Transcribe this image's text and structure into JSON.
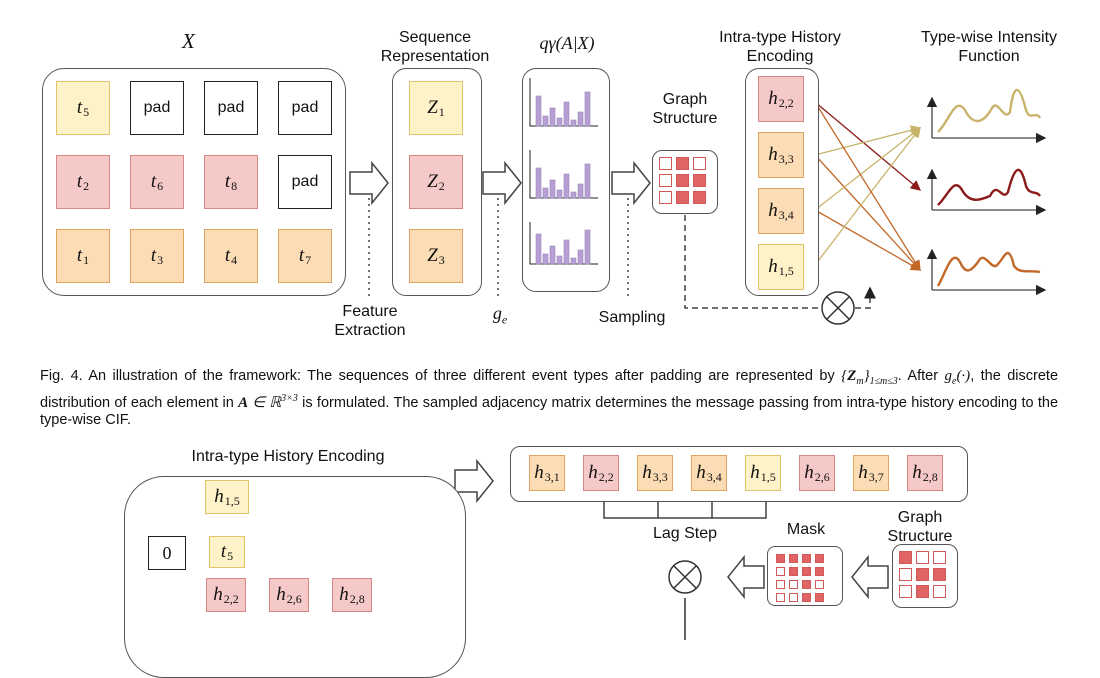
{
  "top": {
    "x_label": "X",
    "seq_label": "Sequence Representation",
    "dist_label": "qγ(A|X)",
    "graph_label": "Graph Structure",
    "intra_label": "Intra-type History Encoding",
    "intensity_label": "Type-wise Intensity Function",
    "feature_label": "Feature Extraction",
    "ge_label": "ge",
    "sampling_label": "Sampling",
    "grid": [
      [
        {
          "t": "t",
          "s": "5",
          "c": "y"
        },
        {
          "t": "pad",
          "c": "w"
        },
        {
          "t": "pad",
          "c": "w"
        },
        {
          "t": "pad",
          "c": "w"
        }
      ],
      [
        {
          "t": "t",
          "s": "2",
          "c": "r"
        },
        {
          "t": "t",
          "s": "6",
          "c": "r"
        },
        {
          "t": "t",
          "s": "8",
          "c": "r"
        },
        {
          "t": "pad",
          "c": "w"
        }
      ],
      [
        {
          "t": "t",
          "s": "1",
          "c": "o"
        },
        {
          "t": "t",
          "s": "3",
          "c": "o"
        },
        {
          "t": "t",
          "s": "4",
          "c": "o"
        },
        {
          "t": "t",
          "s": "7",
          "c": "o"
        }
      ]
    ],
    "z": [
      {
        "s": "1",
        "c": "y"
      },
      {
        "s": "2",
        "c": "r"
      },
      {
        "s": "3",
        "c": "o"
      }
    ],
    "h": [
      {
        "s": "2,2",
        "c": "r"
      },
      {
        "s": "3,3",
        "c": "o"
      },
      {
        "s": "3,4",
        "c": "o"
      },
      {
        "s": "1,5",
        "c": "y"
      }
    ],
    "colors": {
      "yellow": "#c9b36a",
      "red": "#8b1a1a",
      "orange": "#c2692a",
      "purple": "#b79fd4"
    }
  },
  "caption": {
    "p1": "Fig. 4. An illustration of the framework: The sequences of three different event types after padding are represented by ",
    "m1": "{Zm}1≤m≤3",
    "p2": ". After ",
    "m2": "ge(·)",
    "p3": ", the discrete distribution of each element in ",
    "m3": "A ∈ ℝ3×3",
    "p4": " is formulated. The sampled adjacency matrix determines the message passing from intra-type history encoding to the type-wise CIF."
  },
  "bottom": {
    "intra_label": "Intra-type History Encoding",
    "zero_label": "0",
    "t5": "5",
    "h15": "1,5",
    "lower_row": [
      {
        "s": "2,2"
      },
      {
        "s": "2,6"
      },
      {
        "s": "2,8"
      }
    ],
    "seq": [
      {
        "s": "3,1",
        "c": "o"
      },
      {
        "s": "2,2",
        "c": "r"
      },
      {
        "s": "3,3",
        "c": "o"
      },
      {
        "s": "3,4",
        "c": "o"
      },
      {
        "s": "1,5",
        "c": "y"
      },
      {
        "s": "2,6",
        "c": "r"
      },
      {
        "s": "3,7",
        "c": "o"
      },
      {
        "s": "2,8",
        "c": "r"
      }
    ],
    "lag_label": "Lag Step",
    "mask_label": "Mask",
    "graph_label": "Graph Structure"
  }
}
